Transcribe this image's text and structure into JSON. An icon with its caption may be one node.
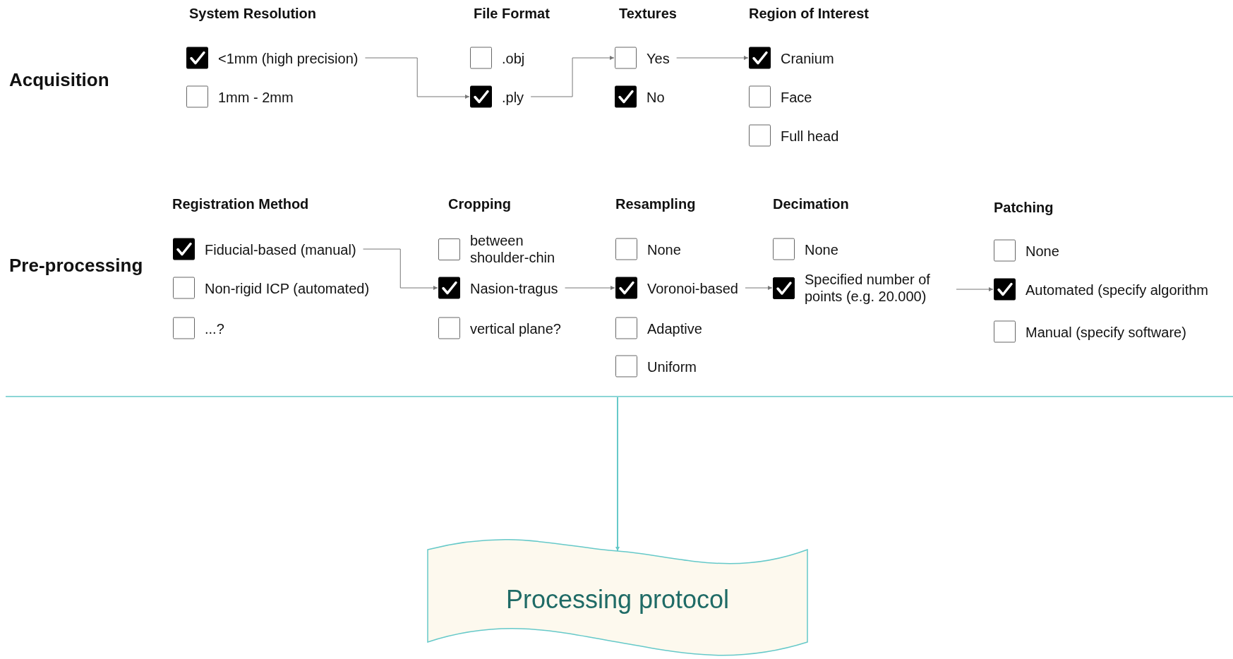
{
  "diagram": {
    "nodes": [
      {
        "text": [
          "<1mm (high precision)"
        ]
      },
      {
        "text": [
          "1mm - 2mm"
        ]
      },
      {
        "text": [
          ".obj"
        ]
      },
      {
        "text": [
          ".ply"
        ]
      },
      {
        "text": [
          "Yes"
        ]
      },
      {
        "text": [
          "No"
        ]
      },
      {
        "text": [
          "Cranium"
        ]
      },
      {
        "text": [
          "Face"
        ]
      },
      {
        "text": [
          "Full head"
        ]
      },
      {
        "text": [
          "Fiducial-based (manual)"
        ]
      },
      {
        "text": [
          "Non-rigid ICP (automated)"
        ]
      },
      {
        "text": [
          "...?"
        ]
      },
      {
        "text": [
          "between shoulder-chin"
        ]
      },
      {
        "text": [
          "Nasion-tragus"
        ]
      },
      {
        "text": [
          "vertical plane?"
        ]
      },
      {
        "text": [
          "None"
        ]
      },
      {
        "text": [
          "Voronoi-based"
        ]
      },
      {
        "text": [
          "Adaptive"
        ]
      },
      {
        "text": [
          "Uniform"
        ]
      },
      {
        "text": [
          "None"
        ]
      },
      {
        "text": [
          "Specified number of points (e.g. 20.000)"
        ]
      },
      {
        "text": [
          "None"
        ]
      },
      {
        "text": [
          "Automated (specify algorithm"
        ]
      },
      {
        "text": [
          "Manual (specify software)"
        ]
      },
      {
        "text": [
          "Processing protocol"
        ]
      }
    ],
    "edges": [
      {
        "from": 0,
        "to": 3,
        "arrow": "to"
      },
      {
        "from": 3,
        "to": 4,
        "arrow": "to"
      },
      {
        "from": 4,
        "to": 6,
        "arrow": "to"
      },
      {
        "from": 9,
        "to": 13,
        "arrow": "to"
      },
      {
        "from": 13,
        "to": 16,
        "arrow": "to"
      },
      {
        "from": 16,
        "to": 20,
        "arrow": "to"
      },
      {
        "from": 20,
        "to": 22,
        "arrow": "to"
      },
      {
        "from": null,
        "to": 24,
        "arrow": "to",
        "color": "#66c9c9"
      }
    ],
    "labels": [
      "System Resolution",
      "File Format",
      "Textures",
      "Region of Interest",
      "Acquisition",
      "Registration Method",
      "Cropping",
      "Resampling",
      "Decimation",
      "Patching",
      "Pre-processing"
    ]
  }
}
